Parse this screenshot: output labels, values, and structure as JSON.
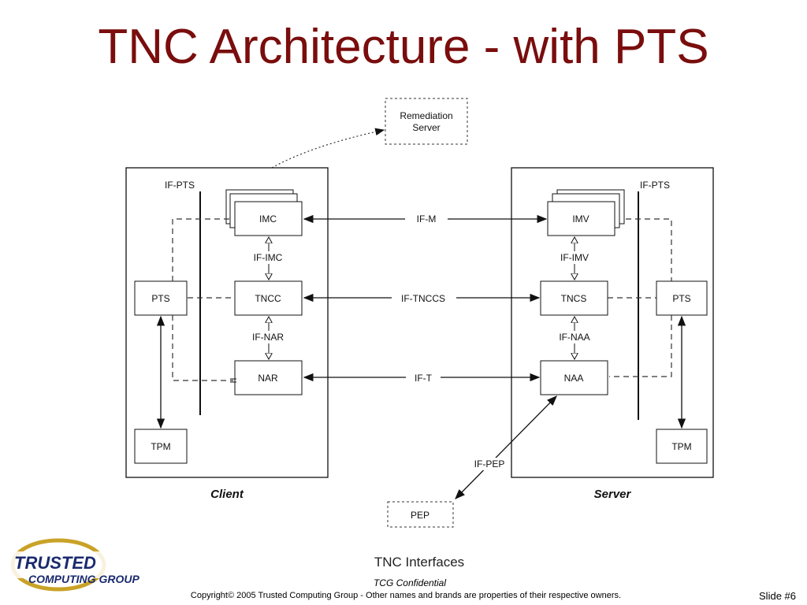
{
  "slide": {
    "title": "TNC Architecture - with PTS",
    "caption": "TNC Interfaces",
    "confidential": "TCG Confidential",
    "copyright": "Copyright© 2005 Trusted Computing Group - Other names and brands are properties of their respective owners.",
    "slide_number": "Slide #6"
  },
  "logo": {
    "line1": "TRUSTED",
    "line2": "COMPUTING GROUP",
    "colors": {
      "text": "#1a2a6e",
      "swoosh": "#c9a227"
    }
  },
  "diagram": {
    "client_label": "Client",
    "server_label": "Server",
    "remediation": {
      "line1": "Remediation",
      "line2": "Server"
    },
    "pep": "PEP",
    "client": {
      "if_pts": "IF-PTS",
      "imc": "IMC",
      "if_imc": "IF-IMC",
      "tncc": "TNCC",
      "if_nar": "IF-NAR",
      "nar": "NAR",
      "pts": "PTS",
      "tpm": "TPM"
    },
    "server": {
      "if_pts": "IF-PTS",
      "imv": "IMV",
      "if_imv": "IF-IMV",
      "tncs": "TNCS",
      "if_naa": "IF-NAA",
      "naa": "NAA",
      "pts": "PTS",
      "tpm": "TPM"
    },
    "links": {
      "if_m": "IF-M",
      "if_tnccs": "IF-TNCCS",
      "if_t": "IF-T",
      "if_pep": "IF-PEP"
    }
  }
}
